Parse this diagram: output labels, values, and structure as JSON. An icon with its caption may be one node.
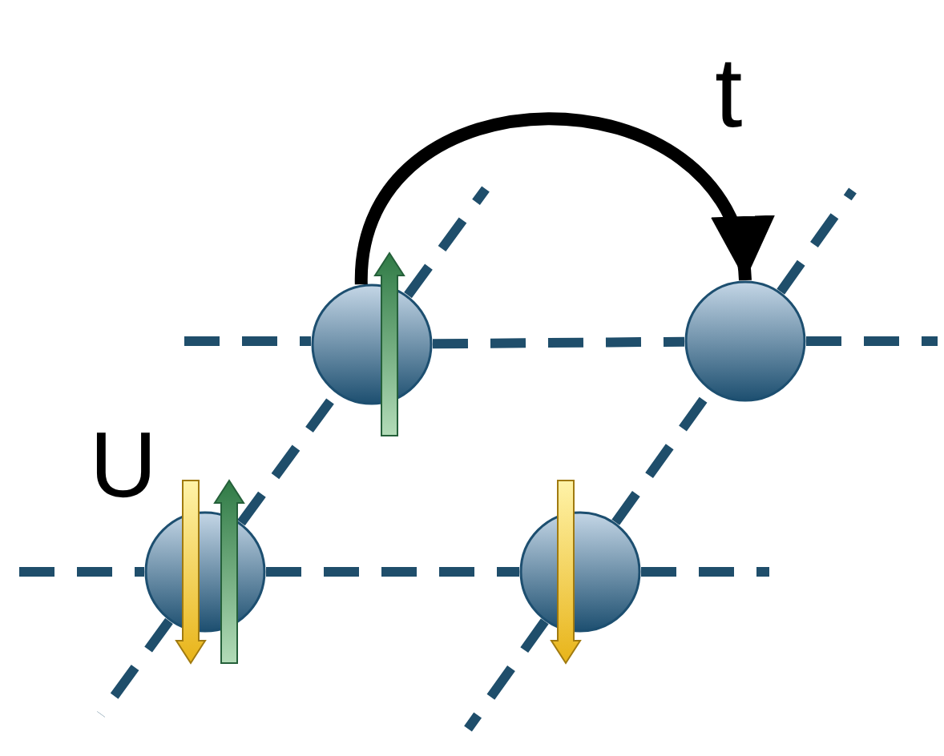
{
  "diagram": {
    "nodes": [
      {
        "text": [],
        "shape": "circle"
      },
      {
        "text": [],
        "shape": "circle"
      },
      {
        "text": [],
        "shape": "circle"
      },
      {
        "text": [],
        "shape": "circle"
      }
    ],
    "edges": [
      {
        "from": 0,
        "to": 1,
        "arrow": "to",
        "label": "t",
        "color": "#000000"
      },
      {
        "from": 0,
        "to": 1,
        "arrow": "none",
        "style": "dashed"
      },
      {
        "from": 2,
        "to": 3,
        "arrow": "none",
        "style": "dashed"
      },
      {
        "from": 2,
        "to": 0,
        "arrow": "none",
        "style": "dashed"
      },
      {
        "from": 3,
        "to": 1,
        "arrow": "none",
        "style": "dashed"
      }
    ],
    "labels": [
      "U"
    ]
  }
}
